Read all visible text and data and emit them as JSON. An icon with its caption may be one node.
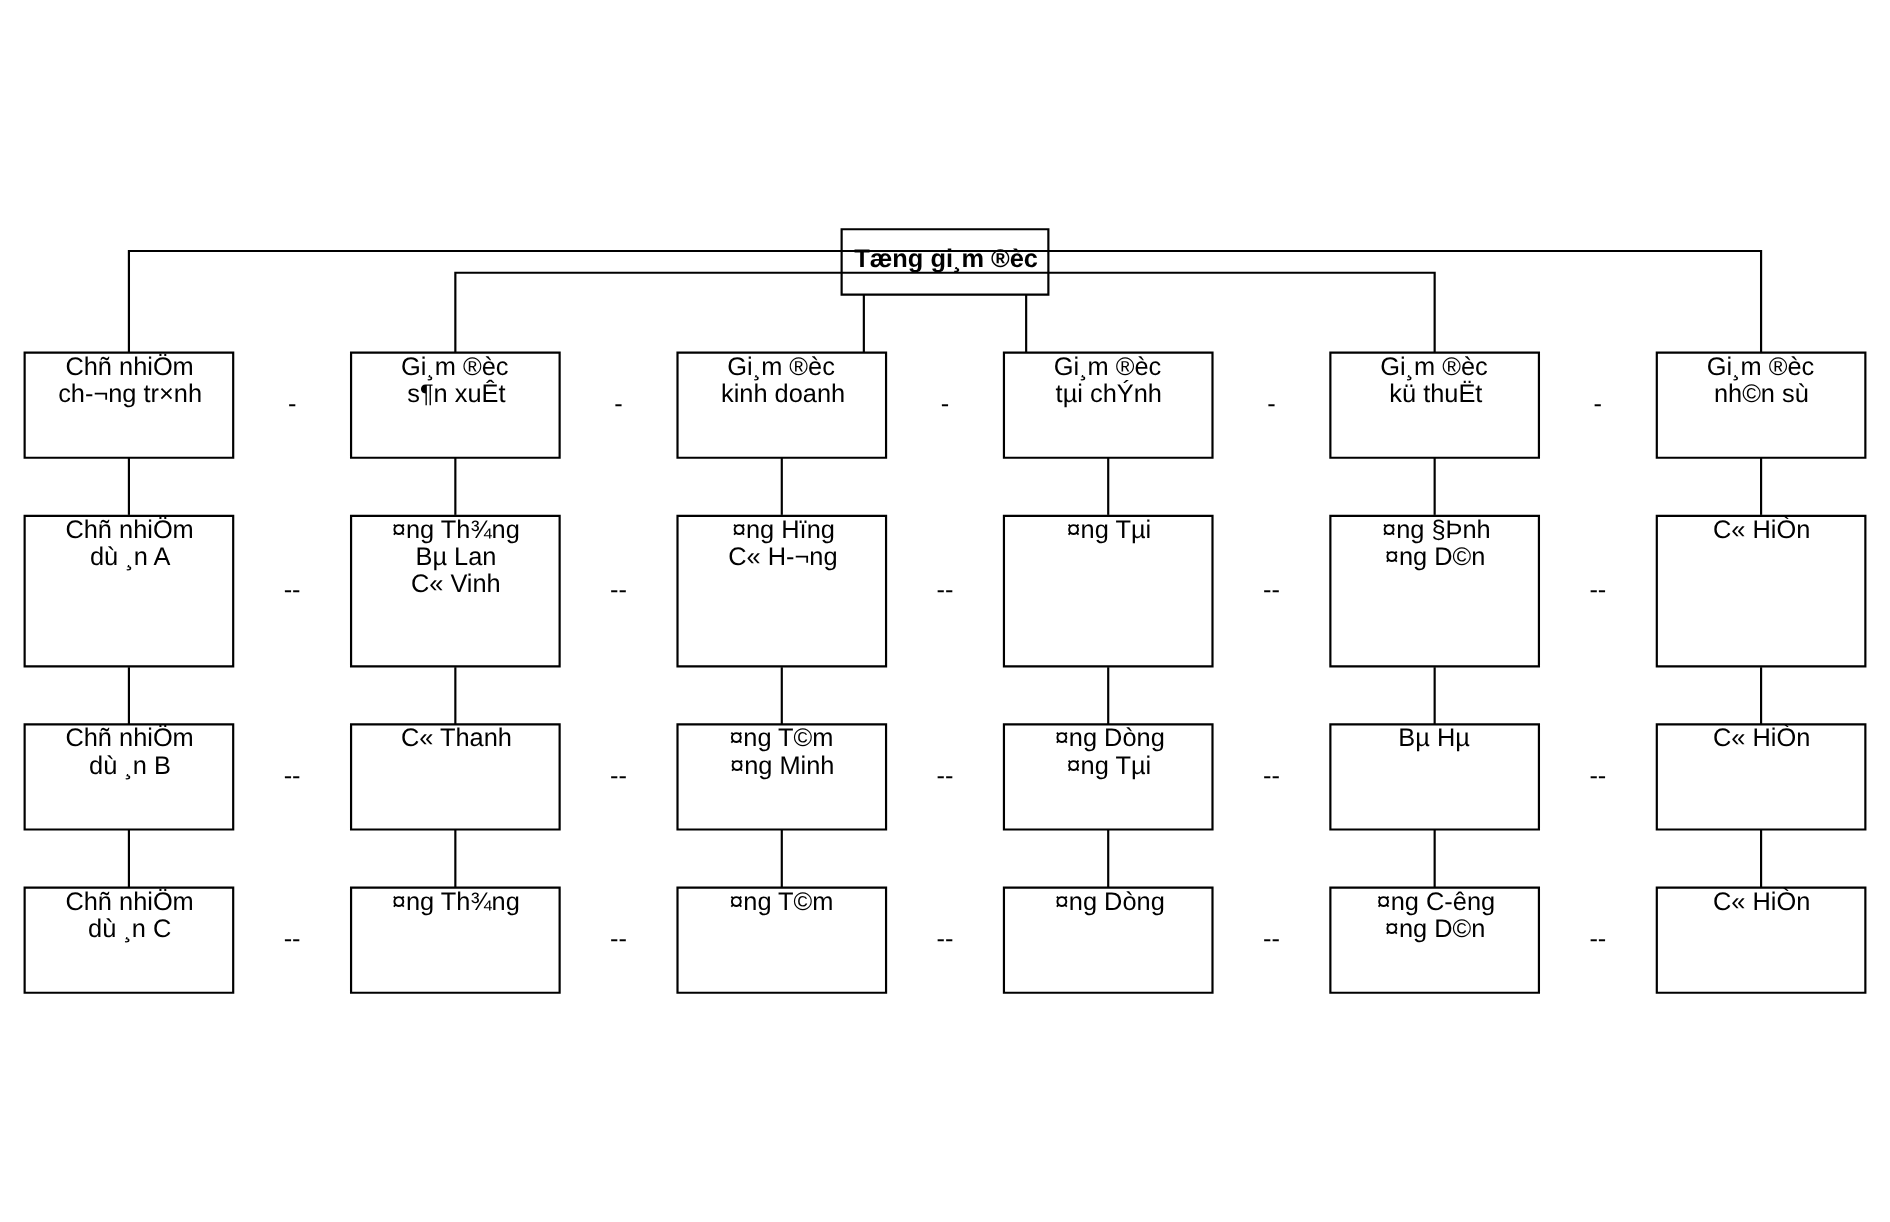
{
  "diagram": {
    "nodes": [
      {
        "text": [
          "Tæng gi¸m ®èc"
        ]
      },
      {
        "text": [
          "Chñ nhiÖm ch-¬ng tr×nh"
        ]
      },
      {
        "text": [
          "Gi¸m ®èc s¶n xuÊt"
        ]
      },
      {
        "text": [
          "Gi¸m ®èc kinh doanh"
        ]
      },
      {
        "text": [
          "Gi¸m ®èc tµi chÝnh"
        ]
      },
      {
        "text": [
          "Gi¸m ®èc kü thuËt"
        ]
      },
      {
        "text": [
          "Gi¸m ®èc nh©n sù"
        ]
      },
      {
        "text": [
          "Chñ nhiÖm dù ¸n A"
        ]
      },
      {
        "text": [
          "¤ng Th¾ng Bµ Lan C« Vinh"
        ]
      },
      {
        "text": [
          "¤ng Hïng C« H-¬ng"
        ]
      },
      {
        "text": [
          "¤ng Tµi"
        ]
      },
      {
        "text": [
          "¤ng §Þnh ¤ng D©n"
        ]
      },
      {
        "text": [
          "C« HiÒn"
        ]
      },
      {
        "text": [
          "Chñ nhiÖm dù ¸n B"
        ]
      },
      {
        "text": [
          "C« Thanh"
        ]
      },
      {
        "text": [
          "¤ng T©m ¤ng Minh"
        ]
      },
      {
        "text": [
          "¤ng Dòng ¤ng Tµi"
        ]
      },
      {
        "text": [
          "Bµ Hµ"
        ]
      },
      {
        "text": [
          "C« HiÒn"
        ]
      },
      {
        "text": [
          "Chñ nhiÖm dù ¸n C"
        ]
      },
      {
        "text": [
          "¤ng Th¾ng"
        ]
      },
      {
        "text": [
          "¤ng T©m"
        ]
      },
      {
        "text": [
          "¤ng Dòng"
        ]
      },
      {
        "text": [
          "¤ng C-êng ¤ng D©n"
        ]
      },
      {
        "text": [
          "C« HiÒn"
        ]
      }
    ],
    "edges": [
      {
        "from": 0,
        "to": 1,
        "arrow": "none"
      },
      {
        "from": 0,
        "to": 2,
        "arrow": "none"
      },
      {
        "from": 0,
        "to": 3,
        "arrow": "none"
      },
      {
        "from": 0,
        "to": 4,
        "arrow": "none"
      },
      {
        "from": 0,
        "to": 5,
        "arrow": "none"
      },
      {
        "from": 0,
        "to": 6,
        "arrow": "none"
      },
      {
        "from": 1,
        "to": 7,
        "arrow": "none"
      },
      {
        "from": 2,
        "to": 8,
        "arrow": "none"
      },
      {
        "from": 3,
        "to": 9,
        "arrow": "none"
      },
      {
        "from": 4,
        "to": 10,
        "arrow": "none"
      },
      {
        "from": 5,
        "to": 11,
        "arrow": "none"
      },
      {
        "from": 6,
        "to": 12,
        "arrow": "none"
      },
      {
        "from": 7,
        "to": 13,
        "arrow": "none"
      },
      {
        "from": 8,
        "to": 14,
        "arrow": "none"
      },
      {
        "from": 9,
        "to": 15,
        "arrow": "none"
      },
      {
        "from": 10,
        "to": 16,
        "arrow": "none"
      },
      {
        "from": 11,
        "to": 17,
        "arrow": "none"
      },
      {
        "from": 12,
        "to": 18,
        "arrow": "none"
      },
      {
        "from": 13,
        "to": 19,
        "arrow": "none"
      },
      {
        "from": 14,
        "to": 20,
        "arrow": "none"
      },
      {
        "from": 15,
        "to": 21,
        "arrow": "none"
      },
      {
        "from": 16,
        "to": 22,
        "arrow": "none"
      },
      {
        "from": 17,
        "to": 23,
        "arrow": "none"
      },
      {
        "from": 18,
        "to": 24,
        "arrow": "none"
      }
    ],
    "labels": [
      "-",
      "-",
      "-",
      "-",
      "-",
      "--",
      "--",
      "--",
      "--",
      "--",
      "--",
      "--",
      "--",
      "--",
      "--",
      "--",
      "--",
      "--",
      "--",
      "--"
    ]
  }
}
